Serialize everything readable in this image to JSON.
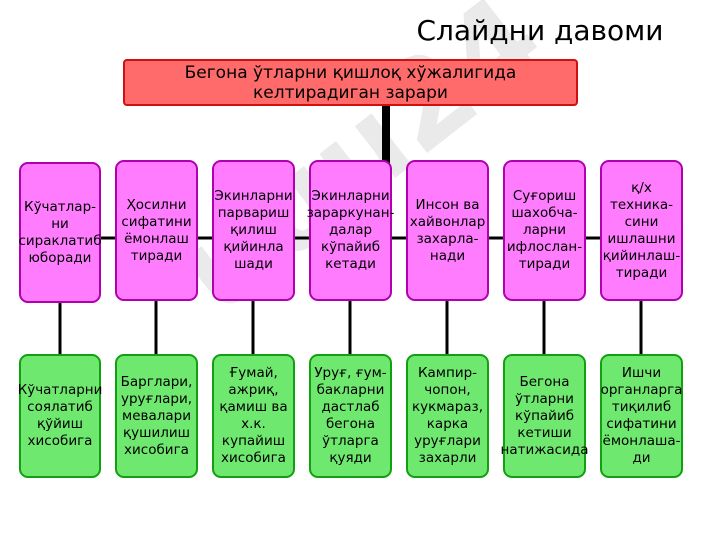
{
  "title": "Слайдни давоми",
  "watermark": "uuu24",
  "header": "Бегона ўтларни қишлоқ хўжалигида келтирадиган зарари",
  "colors": {
    "header_fill": "#ff6a6a",
    "top_fill": "#ff7cff",
    "bottom_fill": "#6fe86f",
    "line": "#000000"
  },
  "top_items": [
    "Кўчатлар-ни сираклатиб юборади",
    "Ҳосилни сифатини ёмонлаш тиради",
    "Экинларни парвариш қилиш қийинла шади",
    "Экинларни зараркунан-далар кўпайиб кетади",
    "Инсон ва хайвонлар захарла-нади",
    "Суғориш шахобча-ларни ифлослан-тиради",
    "қ/х техника-сини ишлашни қийинлаш-тиради"
  ],
  "bottom_items": [
    "Кўчатларни соялатиб қўйиш хисобига",
    "Барглари, уруғлари, мевалари қушилиш хисобига",
    "Ғумай, ажриқ, қамиш ва х.к. купайиш хисобига",
    "Уруғ, ғум-бакларни дастлаб бегона ўтларга қуяди",
    "Кампир-чопон, кукмараз, карка уруғлари захарли",
    "Бегона ўтларни кўпайиб кетиши натижасида",
    "Ишчи органларга тиқилиб сифатини ёмонлаша-ди"
  ]
}
